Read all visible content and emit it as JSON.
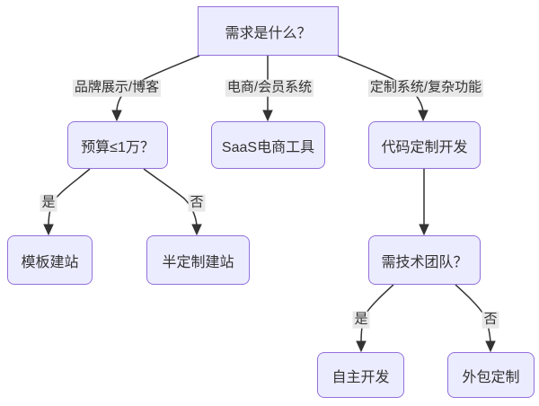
{
  "diagram": {
    "type": "flowchart",
    "direction": "top-down",
    "colors": {
      "node_fill": "#ECECFF",
      "node_border": "#9370DB",
      "edge_label_bg": "#e8e8e8",
      "line": "#333333",
      "text": "#333333",
      "canvas_bg": "#ffffff"
    },
    "nodes": [
      {
        "id": "root",
        "label": "需求是什么？",
        "shape": "rect"
      },
      {
        "id": "budget",
        "label": "预算≤1万？",
        "shape": "rounded"
      },
      {
        "id": "saas",
        "label": "SaaS电商工具",
        "shape": "rounded"
      },
      {
        "id": "code",
        "label": "代码定制开发",
        "shape": "rounded"
      },
      {
        "id": "template",
        "label": "模板建站",
        "shape": "rounded"
      },
      {
        "id": "semi",
        "label": "半定制建站",
        "shape": "rounded"
      },
      {
        "id": "team",
        "label": "需技术团队？",
        "shape": "rounded"
      },
      {
        "id": "self",
        "label": "自主开发",
        "shape": "rounded"
      },
      {
        "id": "outsource",
        "label": "外包定制",
        "shape": "rounded"
      }
    ],
    "edges": [
      {
        "from": "root",
        "to": "budget",
        "label": "品牌展示/博客"
      },
      {
        "from": "root",
        "to": "saas",
        "label": "电商/会员系统"
      },
      {
        "from": "root",
        "to": "code",
        "label": "定制系统/复杂功能"
      },
      {
        "from": "budget",
        "to": "template",
        "label": "是"
      },
      {
        "from": "budget",
        "to": "semi",
        "label": "否"
      },
      {
        "from": "code",
        "to": "team",
        "label": ""
      },
      {
        "from": "team",
        "to": "self",
        "label": "是"
      },
      {
        "from": "team",
        "to": "outsource",
        "label": "否"
      }
    ]
  }
}
